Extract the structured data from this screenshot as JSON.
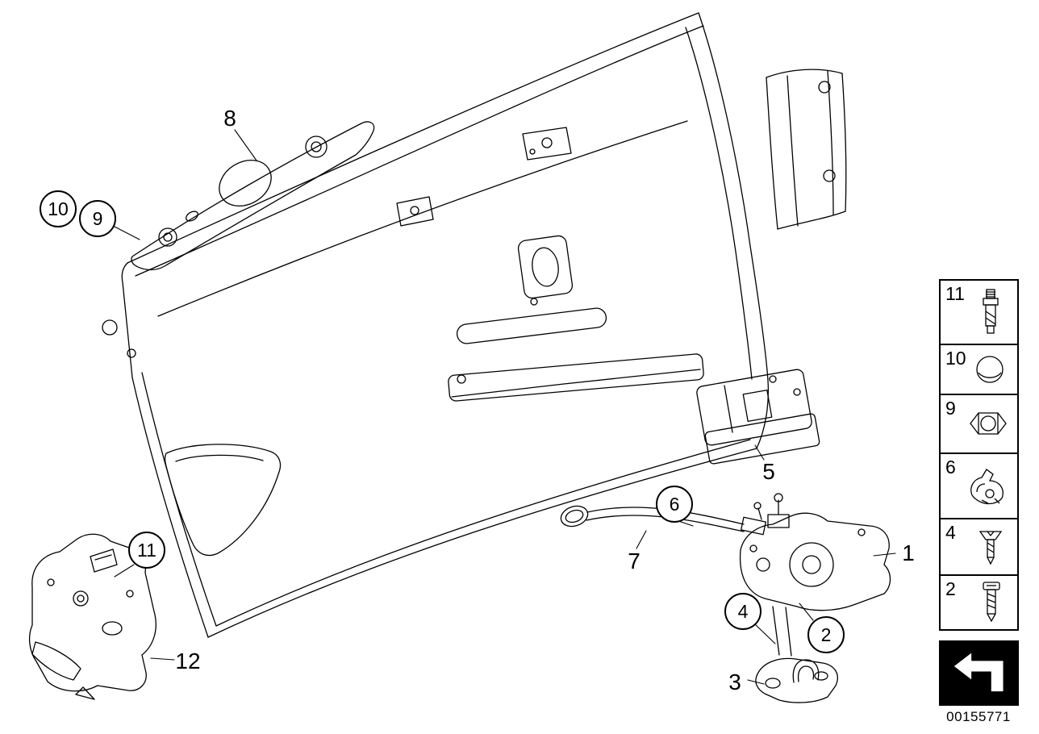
{
  "doc_number": "00155771",
  "colors": {
    "line": "#000000",
    "background": "#ffffff"
  },
  "callouts": [
    {
      "label": "8",
      "shape": "plain"
    },
    {
      "label": "10",
      "shape": "circle"
    },
    {
      "label": "9",
      "shape": "circle"
    },
    {
      "label": "5",
      "shape": "plain"
    },
    {
      "label": "6",
      "shape": "circle"
    },
    {
      "label": "7",
      "shape": "plain"
    },
    {
      "label": "1",
      "shape": "plain"
    },
    {
      "label": "4",
      "shape": "circle"
    },
    {
      "label": "2",
      "shape": "circle"
    },
    {
      "label": "3",
      "shape": "plain"
    },
    {
      "label": "11",
      "shape": "circle"
    },
    {
      "label": "12",
      "shape": "plain"
    }
  ],
  "legend": {
    "items": [
      {
        "label": "11",
        "icon": "stud-bolt-icon"
      },
      {
        "label": "10",
        "icon": "cover-cap-icon"
      },
      {
        "label": "9",
        "icon": "hex-nut-icon"
      },
      {
        "label": "6",
        "icon": "spring-clip-icon"
      },
      {
        "label": "4",
        "icon": "countersunk-screw-icon"
      },
      {
        "label": "2",
        "icon": "fillister-screw-icon"
      }
    ]
  }
}
